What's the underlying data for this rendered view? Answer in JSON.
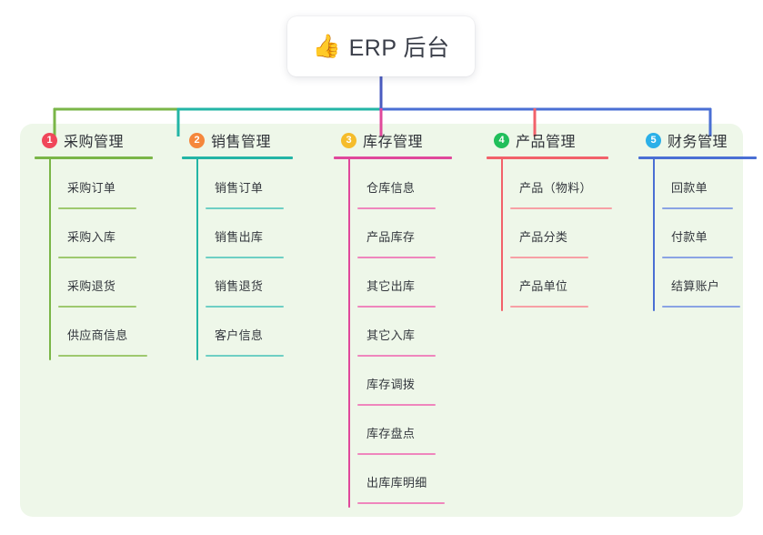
{
  "diagram": {
    "type": "mind-map",
    "root": {
      "emoji_icon": "thumbs-up-icon",
      "emoji": "👍",
      "title": "ERP 后台"
    },
    "panel_background": "#eef7e9",
    "branches": [
      {
        "number": "1",
        "title": "采购管理",
        "badge_color": "#f0475a",
        "line_color": "#7ab648",
        "items": [
          "采购订单",
          "采购入库",
          "采购退货",
          "供应商信息"
        ]
      },
      {
        "number": "2",
        "title": "销售管理",
        "badge_color": "#f5873c",
        "line_color": "#23b5a6",
        "items": [
          "销售订单",
          "销售出库",
          "销售退货",
          "客户信息"
        ]
      },
      {
        "number": "3",
        "title": "库存管理",
        "badge_color": "#f5bc2b",
        "line_color": "#e0489b",
        "items": [
          "仓库信息",
          "产品库存",
          "其它出库",
          "其它入库",
          "库存调拨",
          "库存盘点",
          "出库库明细"
        ]
      },
      {
        "number": "4",
        "title": "产品管理",
        "badge_color": "#21bf5b",
        "line_color": "#f2616a",
        "items": [
          "产品（物料）",
          "产品分类",
          "产品单位"
        ]
      },
      {
        "number": "5",
        "title": "财务管理",
        "badge_color": "#2bb0e8",
        "line_color": "#4a6fd4",
        "items": [
          "回款单",
          "付款单",
          "结算账户"
        ]
      }
    ],
    "bus": {
      "segment_colors": [
        "#7ab648",
        "#23b5a6",
        "#4a6fd4"
      ],
      "stem_color": "#4a5bc0"
    }
  }
}
